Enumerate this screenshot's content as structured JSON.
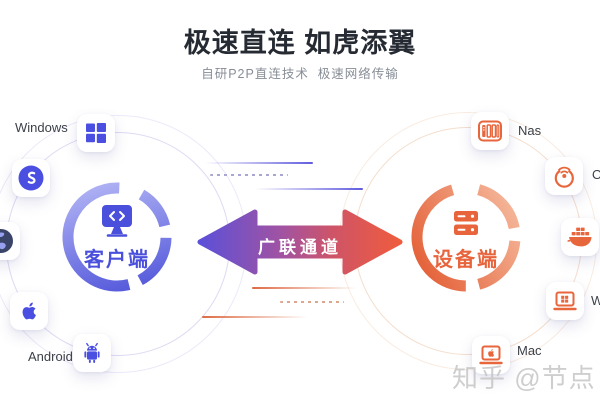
{
  "header": {
    "title": "极速直连 如虎添翼",
    "subtitle": "自研P2P直连技术  极速网络传输"
  },
  "channel": {
    "label": "广联通道",
    "gradient_from": "#5c50d8",
    "gradient_mid": "#c25470",
    "gradient_to": "#ef5c3d"
  },
  "client": {
    "label": "客户端",
    "accent": "#4b50dc",
    "platforms": [
      {
        "label": "Windows",
        "icon": "windows-logo-icon"
      },
      {
        "label": "",
        "icon": "s-swirl-logo-icon"
      },
      {
        "label": "",
        "icon": "globe-icon"
      },
      {
        "label": "",
        "icon": "apple-logo-icon"
      },
      {
        "label": "Android",
        "icon": "android-robot-icon"
      }
    ]
  },
  "device": {
    "label": "设备端",
    "accent": "#e8643c",
    "platforms": [
      {
        "label": "Nas",
        "icon": "nas-rack-icon"
      },
      {
        "label": "O",
        "icon": "wireless-router-icon"
      },
      {
        "label": "",
        "icon": "docker-whale-icon"
      },
      {
        "label": "W",
        "icon": "windows-laptop-icon"
      },
      {
        "label": "Mac",
        "icon": "mac-laptop-icon"
      }
    ]
  },
  "watermark": "知乎 @节点"
}
